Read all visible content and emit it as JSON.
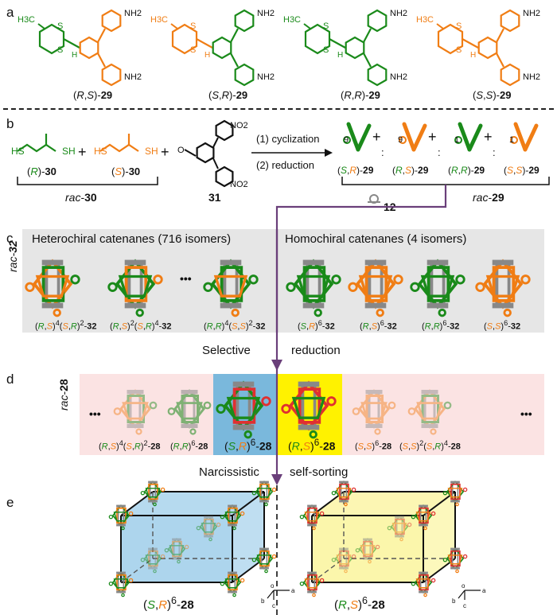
{
  "panels": {
    "a": "a",
    "b": "b",
    "c": "c",
    "d": "d",
    "e": "e"
  },
  "panel_a": {
    "isomers": [
      {
        "cfg1": "R",
        "cfg2": "S",
        "num": "29"
      },
      {
        "cfg1": "S",
        "cfg2": "R",
        "num": "29"
      },
      {
        "cfg1": "R",
        "cfg2": "R",
        "num": "29"
      },
      {
        "cfg1": "S",
        "cfg2": "S",
        "num": "29"
      }
    ],
    "h3c": "H3C",
    "nh2": "NH2",
    "s": "S",
    "h": "H"
  },
  "panel_b": {
    "hs": "HS",
    "sh": "SH",
    "plus": "+",
    "r30": "(R)-30",
    "s30": "(S)-30",
    "rac30": "rac-30",
    "no2": "NO2",
    "o": "O",
    "cmpd31": "31",
    "step1": "(1) cyclization",
    "step2": "(2) reduction",
    "ratios": [
      "9",
      "9",
      "1",
      "1"
    ],
    "products": [
      "(S,R)-29",
      "(R,S)-29",
      "(R,R)-29",
      "(S,S)-29"
    ],
    "rac29": "rac-29",
    "cmpd12": "12"
  },
  "panel_c": {
    "side_label": "rac-32",
    "hetero_title": "Heterochiral catenanes (716 isomers)",
    "homo_title": "Homochiral catenanes (4 isomers)",
    "ellipsis": "•••",
    "hetero_captions": [
      "(R,S)4(S,R)2-32",
      "(R,S)2(S,R)4-32",
      "(R,R)4(S,S)2-32"
    ],
    "homo_captions": [
      "(S,R)6-32",
      "(R,S)6-32",
      "(R,R)6-32",
      "(S,S)6-32"
    ]
  },
  "step_cd": {
    "left": "Selective",
    "right": "reduction"
  },
  "panel_d": {
    "side_label": "rac-28",
    "ellipsis": "•••",
    "captions": [
      "(R,S)4(S,R)2-28",
      "(R,R)6-28",
      "(S,R)6-28",
      "(R,S)6-28",
      "(S,S)6-28",
      "(S,S)2(S,R)4-28"
    ]
  },
  "step_de": {
    "left": "Narcissistic",
    "right": "self-sorting"
  },
  "panel_e": {
    "left_caption": "(S,R)6-28",
    "right_caption": "(R,S)6-28",
    "axes": {
      "o": "o",
      "a": "a",
      "b": "b",
      "c": "c"
    }
  },
  "colors": {
    "green": "#1a8a1a",
    "orange": "#f07d14",
    "grey_band": "#e6e6e6",
    "pink_band": "#fbe3e3",
    "blue_box": "#7ab8dc",
    "yellow_box": "#fff200",
    "purple_arrow": "#6a3f7a",
    "light_blue_cell": "#a9d3ec",
    "light_yellow_cell": "#fbf5a6"
  }
}
